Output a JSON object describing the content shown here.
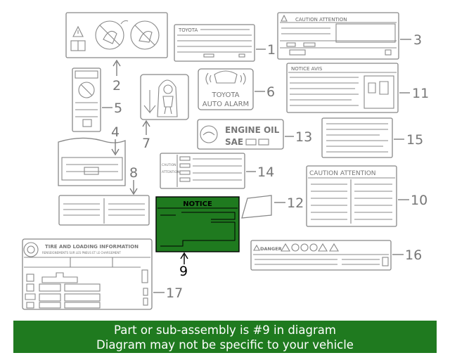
{
  "banner": {
    "line1": "Part or sub-assembly is #9 in diagram",
    "line2": "Diagram may not be specific to your vehicle"
  },
  "highlight_color": "#1f7a1f",
  "callouts": [
    {
      "id": "1",
      "label": "1"
    },
    {
      "id": "2",
      "label": "2"
    },
    {
      "id": "3",
      "label": "3"
    },
    {
      "id": "4",
      "label": "4"
    },
    {
      "id": "5",
      "label": "5"
    },
    {
      "id": "6",
      "label": "6"
    },
    {
      "id": "7",
      "label": "7"
    },
    {
      "id": "8",
      "label": "8"
    },
    {
      "id": "9",
      "label": "9"
    },
    {
      "id": "10",
      "label": "10"
    },
    {
      "id": "11",
      "label": "11"
    },
    {
      "id": "12",
      "label": "12"
    },
    {
      "id": "13",
      "label": "13"
    },
    {
      "id": "14",
      "label": "14"
    },
    {
      "id": "15",
      "label": "15"
    },
    {
      "id": "16",
      "label": "16"
    },
    {
      "id": "17",
      "label": "17"
    }
  ],
  "label_texts": {
    "toyota_small": "TOYOTA",
    "caution_attention_3": "CAUTION   ATTENTION",
    "toyota_alarm_1": "TOYOTA",
    "toyota_alarm_2": "AUTO ALARM",
    "notice_avis": "NOTICE  AVIS",
    "engine_oil": "ENGINE OIL",
    "sae": "SAE",
    "caution_small": "CAUTION",
    "attention_small": "ATTENTION",
    "notice": "NOTICE",
    "caution_attention_10": "CAUTION ATTENTION",
    "danger": "DANGER",
    "tire_title": "TIRE AND LOADING INFORMATION",
    "tire_subtitle": "RENSEIGNEMENTS SUR LES PNEUS ET LE CHARGEMENT"
  }
}
